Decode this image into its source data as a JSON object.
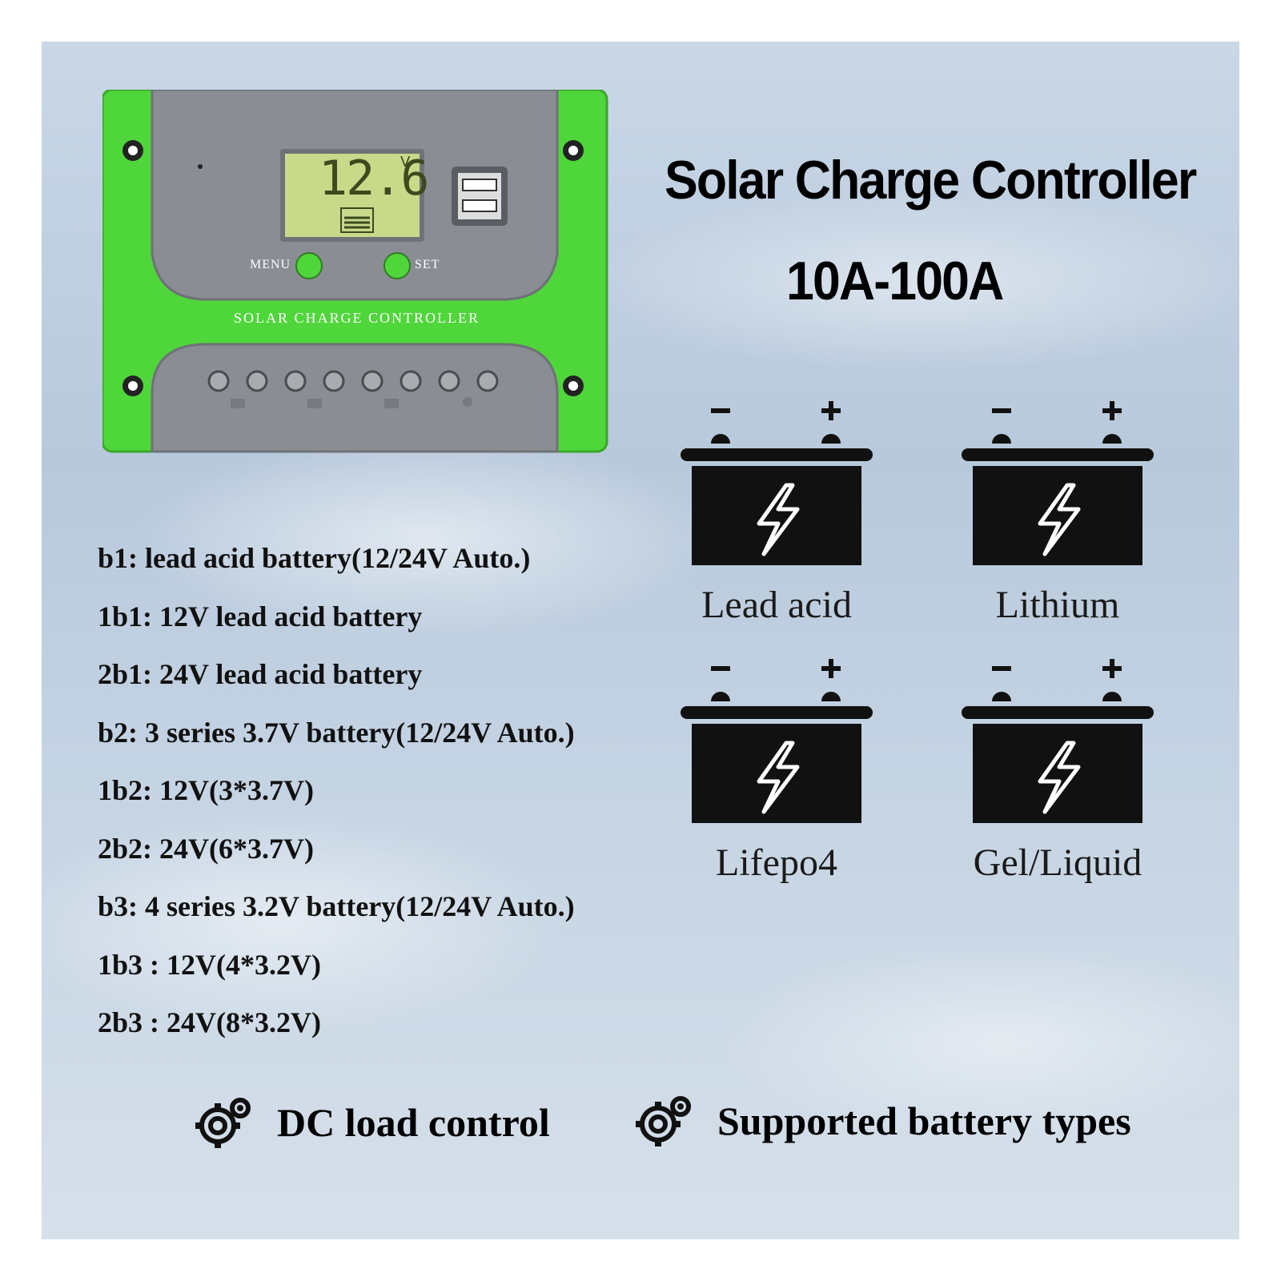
{
  "device": {
    "lcd_value": "12.6",
    "lcd_unit": "V",
    "menu_label": "MENU",
    "set_label": "SET",
    "panel_label": "SOLAR CHARGE CONTROLLER",
    "accent_color": "#4fd63a",
    "body_color": "#8a8d93"
  },
  "headline": {
    "title": "Solar Charge Controller",
    "range": "10A-100A"
  },
  "modes": [
    "b1: lead acid battery(12/24V Auto.)",
    "1b1: 12V lead acid battery",
    "2b1: 24V lead acid battery",
    "b2: 3 series 3.7V battery(12/24V Auto.)",
    "1b2: 12V(3*3.7V)",
    "2b2: 24V(6*3.7V)",
    "b3: 4 series 3.2V battery(12/24V Auto.)",
    "1b3 : 12V(4*3.2V)",
    "2b3 : 24V(8*3.2V)"
  ],
  "battery_types": [
    {
      "label": "Lead acid",
      "icon": "battery-icon"
    },
    {
      "label": "Lithium",
      "icon": "battery-icon"
    },
    {
      "label": "Lifepo4",
      "icon": "battery-icon"
    },
    {
      "label": "Gel/Liquid",
      "icon": "battery-icon"
    }
  ],
  "features": [
    {
      "label": "DC load control",
      "icon": "gears-icon"
    },
    {
      "label": "Supported battery types",
      "icon": "gears-icon"
    }
  ]
}
